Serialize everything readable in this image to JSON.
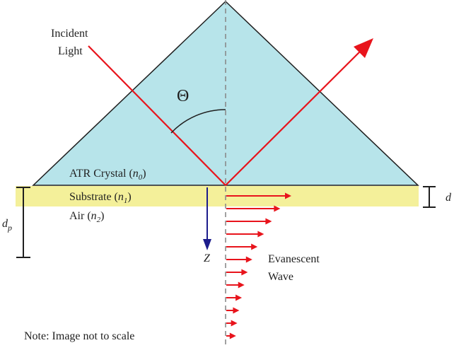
{
  "labels": {
    "incident_line1": "Incident",
    "incident_line2": "Light",
    "theta": "Θ",
    "crystal_text": "ATR Crystal (",
    "crystal_sym": "n",
    "crystal_sub": "0",
    "crystal_close": ")",
    "substrate_text": "Substrate (",
    "substrate_sym": "n",
    "substrate_sub": "1",
    "substrate_close": ")",
    "air_text": "Air (",
    "air_sym": "n",
    "air_sub": "2",
    "air_close": ")",
    "dp_sym": "d",
    "dp_sub": "p",
    "d_label": "d",
    "z_label": "Z",
    "evanescent_line1": "Evanescent",
    "evanescent_line2": "Wave",
    "note": "Note: Image not to scale"
  },
  "colors": {
    "crystal": "#b7e4ea",
    "substrate": "#f4f09a",
    "light_ray": "#e8141c",
    "evanescent": "#e8141c",
    "z_arrow": "#1c1c8c",
    "outline": "#1f1f1f",
    "normal_line": "#8a8a8a"
  },
  "icons": {
    "reflected_arrowhead": "arrowhead-icon",
    "z_arrowhead": "arrowhead-icon",
    "evanescent_arrows": "arrow-right-icon"
  },
  "evanescent_relative_lengths": [
    1.0,
    0.83,
    0.7,
    0.58,
    0.48,
    0.4,
    0.33,
    0.28,
    0.24,
    0.2,
    0.17,
    0.15
  ]
}
